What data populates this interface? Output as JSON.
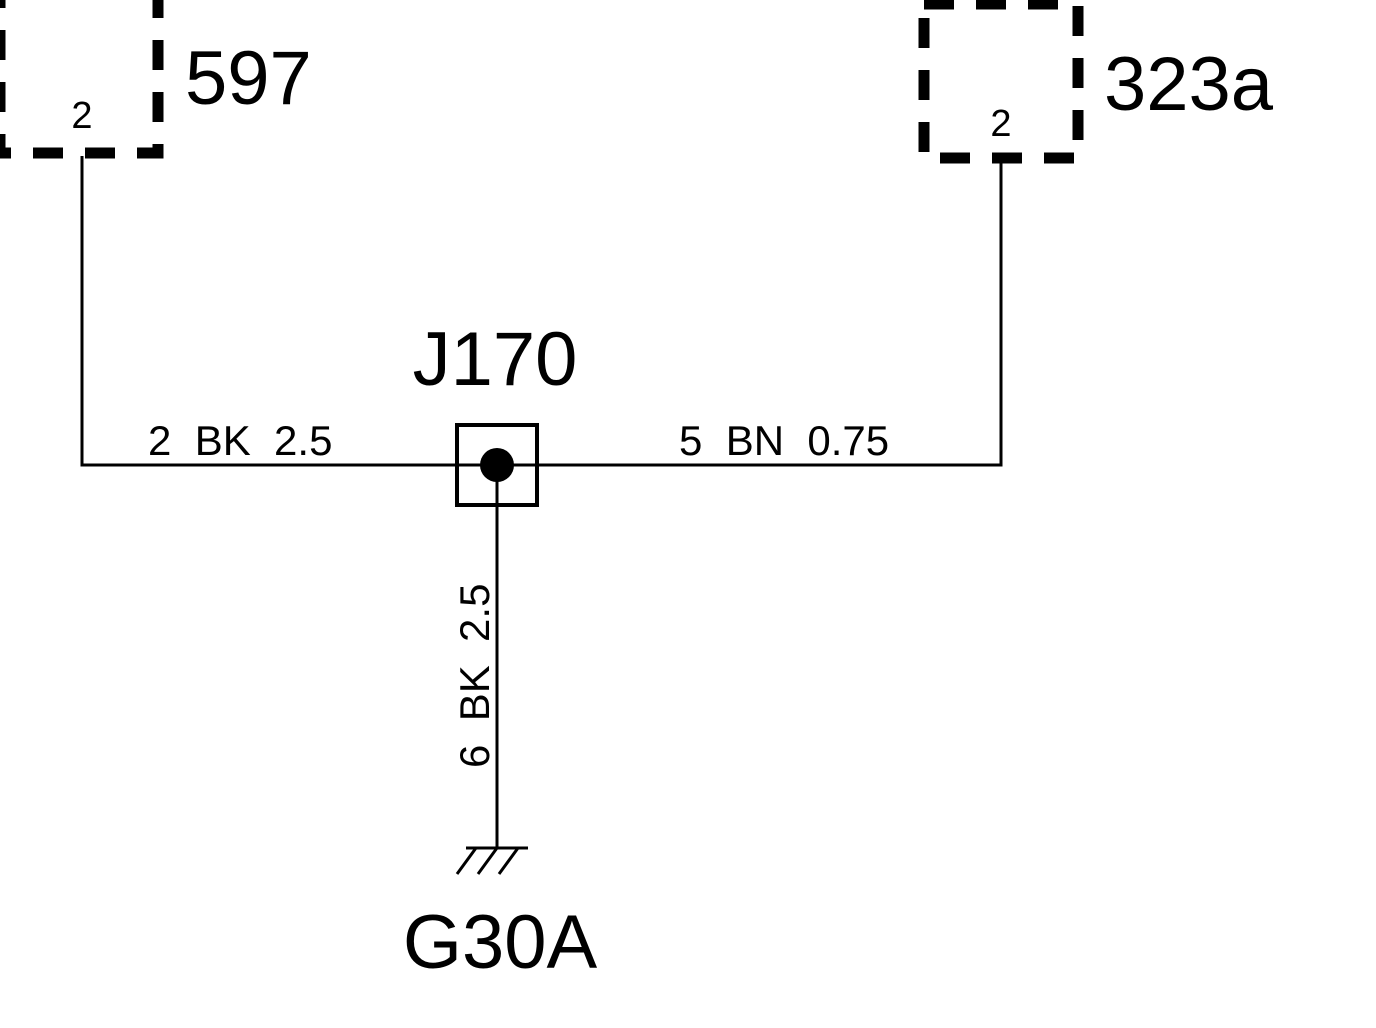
{
  "connectors": [
    {
      "id": "597",
      "pin": "2"
    },
    {
      "id": "323a",
      "pin": "2"
    }
  ],
  "junction": {
    "id": "J170"
  },
  "wires": [
    {
      "circuit": "2",
      "color": "BK",
      "size": "2.5",
      "text": "2  BK  2.5"
    },
    {
      "circuit": "5",
      "color": "BN",
      "size": "0.75",
      "text": "5  BN  0.75"
    },
    {
      "circuit": "6",
      "color": "BK",
      "size": "2.5",
      "text": "6  BK  2.5"
    }
  ],
  "ground": {
    "id": "G30A"
  },
  "colors": {
    "line": "#000000",
    "background": "#ffffff"
  }
}
